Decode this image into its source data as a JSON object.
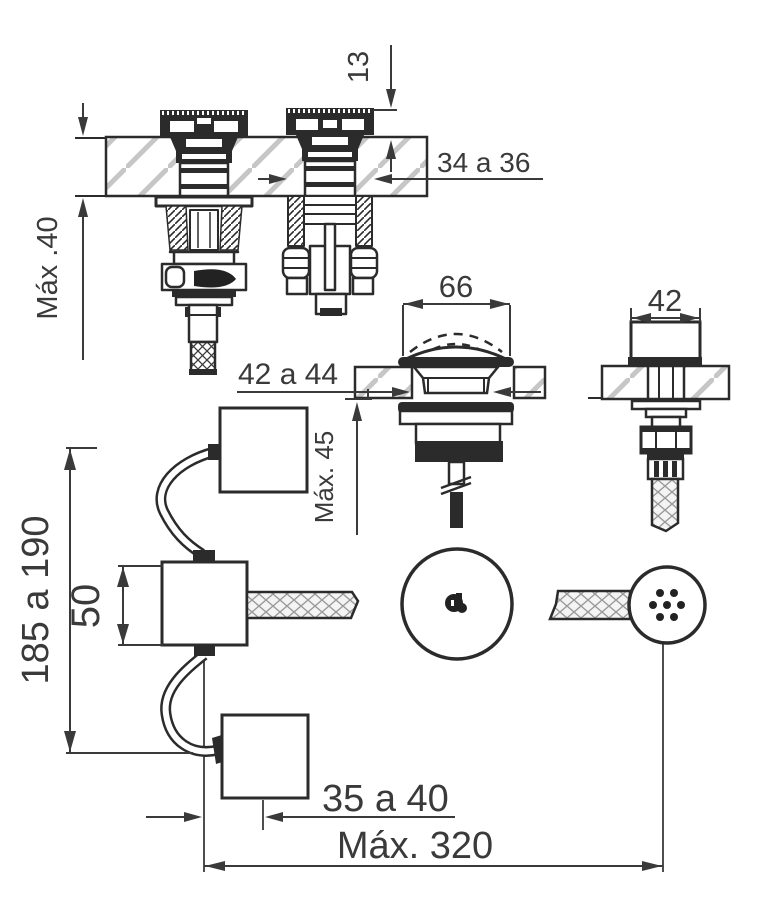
{
  "drawing": {
    "type": "installation-technical-drawing",
    "labels": {
      "valve_top_height": "13",
      "valve_hole_diameter": "34 a 36",
      "counter_thickness_max": "Máx .40",
      "drain_cap_diameter": "66",
      "drain_hole_diameter": "42 a 44",
      "drain_counter_max": "Máx. 45",
      "spray_union_diameter": "42",
      "body_height": "50",
      "handles_distance": "185 a 190",
      "spout_to_handle": "35 a 40",
      "total_reach_max": "Máx. 320"
    },
    "colors": {
      "line": "#2b2b2b",
      "dimension": "#3a3a3a",
      "hatch": "#c6c6c6",
      "background": "#ffffff"
    }
  }
}
